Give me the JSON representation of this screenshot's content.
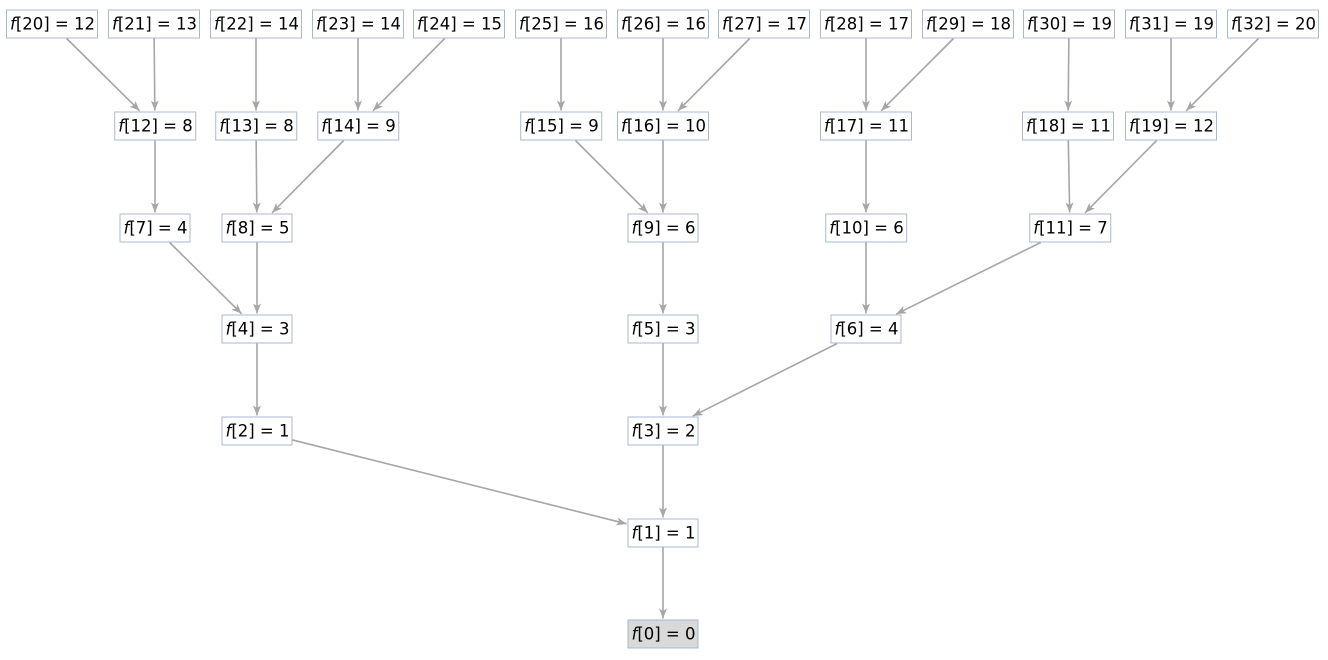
{
  "function_name": "f",
  "nodes": [
    {
      "arg": 0,
      "value": 0,
      "highlight": true
    },
    {
      "arg": 1,
      "value": 1
    },
    {
      "arg": 2,
      "value": 1
    },
    {
      "arg": 3,
      "value": 2
    },
    {
      "arg": 4,
      "value": 3
    },
    {
      "arg": 5,
      "value": 3
    },
    {
      "arg": 6,
      "value": 4
    },
    {
      "arg": 7,
      "value": 4
    },
    {
      "arg": 8,
      "value": 5
    },
    {
      "arg": 9,
      "value": 6
    },
    {
      "arg": 10,
      "value": 6
    },
    {
      "arg": 11,
      "value": 7
    },
    {
      "arg": 12,
      "value": 8
    },
    {
      "arg": 13,
      "value": 8
    },
    {
      "arg": 14,
      "value": 9
    },
    {
      "arg": 15,
      "value": 9
    },
    {
      "arg": 16,
      "value": 10
    },
    {
      "arg": 17,
      "value": 11
    },
    {
      "arg": 18,
      "value": 11
    },
    {
      "arg": 19,
      "value": 12
    },
    {
      "arg": 20,
      "value": 12
    },
    {
      "arg": 21,
      "value": 13
    },
    {
      "arg": 22,
      "value": 14
    },
    {
      "arg": 23,
      "value": 14
    },
    {
      "arg": 24,
      "value": 15
    },
    {
      "arg": 25,
      "value": 16
    },
    {
      "arg": 26,
      "value": 16
    },
    {
      "arg": 27,
      "value": 17
    },
    {
      "arg": 28,
      "value": 17
    },
    {
      "arg": 29,
      "value": 18
    },
    {
      "arg": 30,
      "value": 19
    },
    {
      "arg": 31,
      "value": 19
    },
    {
      "arg": 32,
      "value": 20
    }
  ],
  "edges": [
    [
      20,
      12
    ],
    [
      21,
      12
    ],
    [
      22,
      13
    ],
    [
      23,
      14
    ],
    [
      24,
      14
    ],
    [
      25,
      15
    ],
    [
      26,
      16
    ],
    [
      27,
      16
    ],
    [
      28,
      17
    ],
    [
      29,
      17
    ],
    [
      30,
      18
    ],
    [
      31,
      19
    ],
    [
      32,
      19
    ],
    [
      12,
      7
    ],
    [
      13,
      8
    ],
    [
      14,
      8
    ],
    [
      15,
      9
    ],
    [
      16,
      9
    ],
    [
      17,
      10
    ],
    [
      18,
      11
    ],
    [
      19,
      11
    ],
    [
      7,
      4
    ],
    [
      8,
      4
    ],
    [
      9,
      5
    ],
    [
      10,
      6
    ],
    [
      11,
      6
    ],
    [
      4,
      2
    ],
    [
      5,
      3
    ],
    [
      6,
      3
    ],
    [
      2,
      1
    ],
    [
      3,
      1
    ],
    [
      1,
      0
    ]
  ],
  "colors": {
    "edge": "#a6a6a6",
    "node_border": "#a8b7d3",
    "root_fill": "#d9d9d9"
  }
}
